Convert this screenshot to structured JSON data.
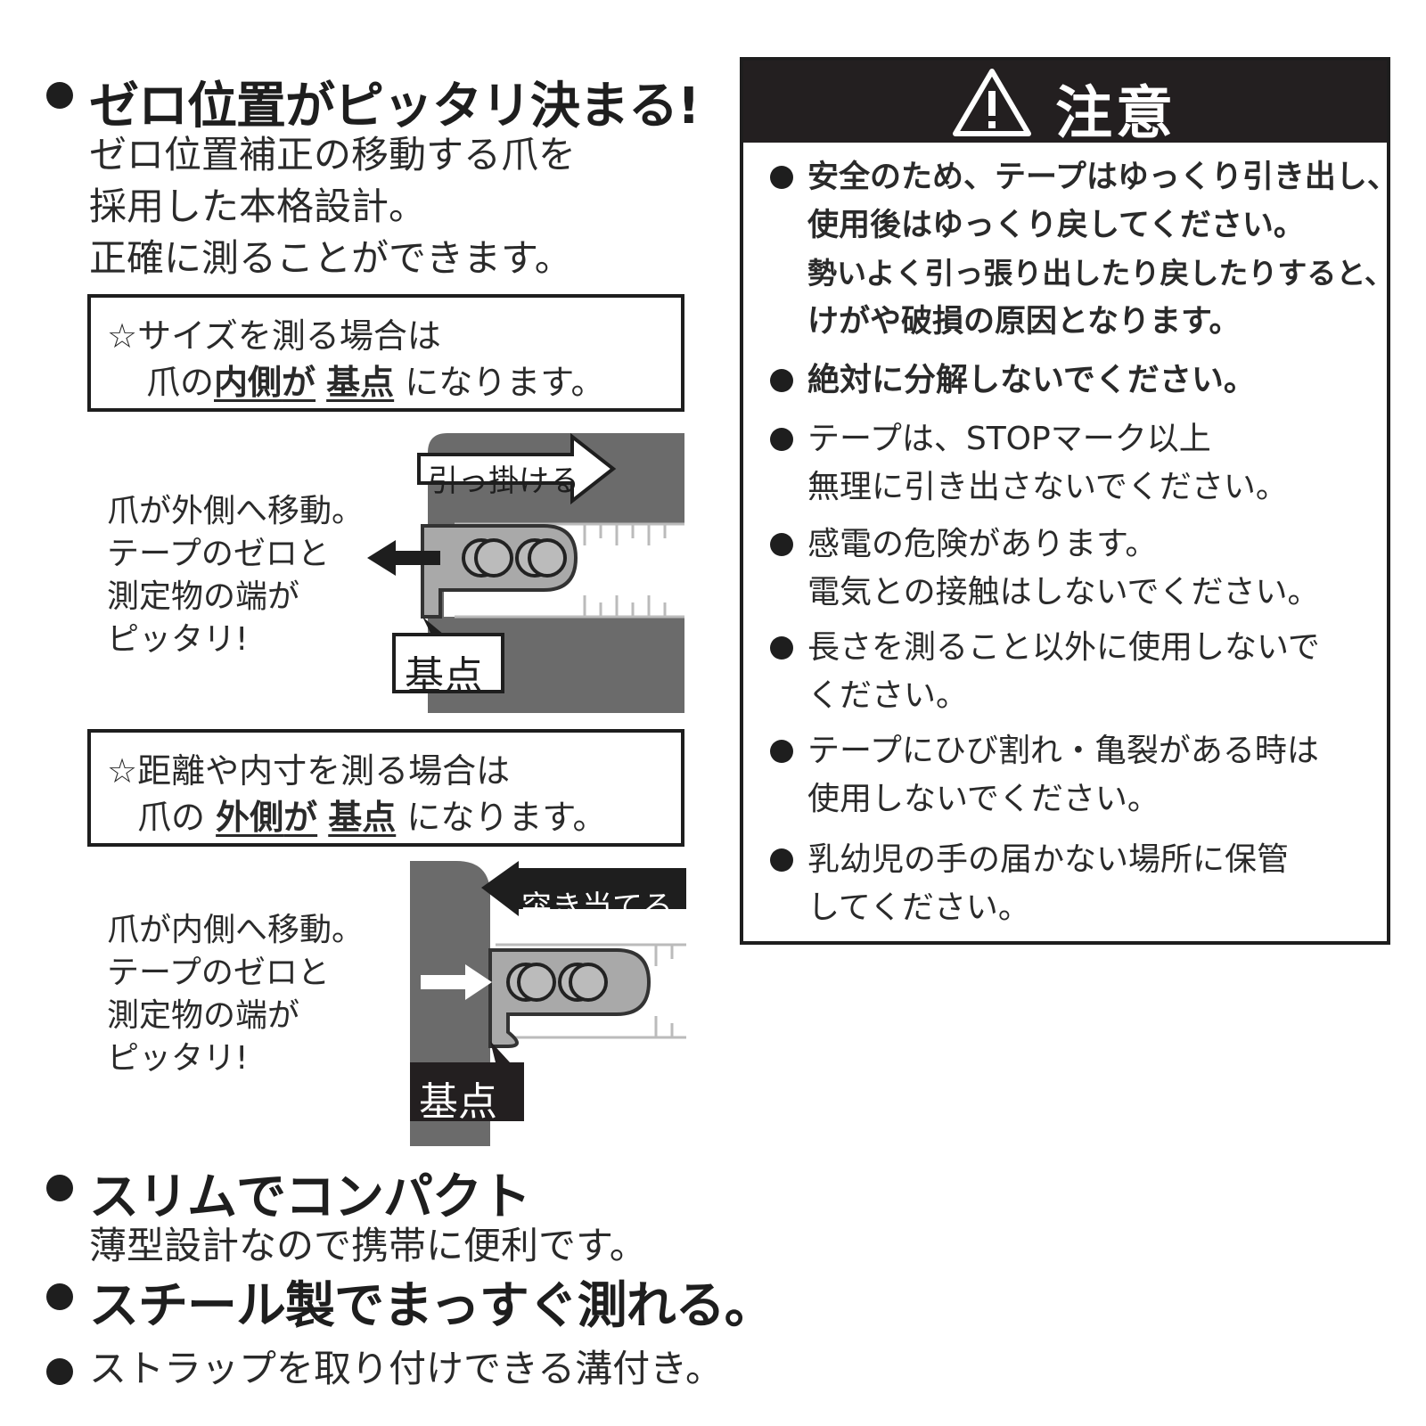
{
  "left": {
    "heading1": "ゼロ位置がピッタリ決まる!",
    "desc1": [
      "ゼロ位置補正の移動する爪を",
      "採用した本格設計。",
      "正確に測ることができます。"
    ],
    "box1": {
      "line1": "☆サイズを測る場合は",
      "pre": "爪の",
      "inner": "内側",
      "mid": "が",
      "base": "基点",
      "post": "になります。"
    },
    "diagram1": {
      "label_hook": "引っ掛ける",
      "label_base": "基点",
      "side": [
        "爪が外側へ移動。",
        "テープのゼロと",
        "測定物の端が",
        "ピッタリ!"
      ]
    },
    "box2": {
      "line1": "☆距離や内寸を測る場合は",
      "pre": "爪の",
      "outer": "外側",
      "mid": "が",
      "base": "基点",
      "post": "になります。"
    },
    "diagram2": {
      "label_push": "突き当てる",
      "label_base": "基点",
      "side": [
        "爪が内側へ移動。",
        "テープのゼロと",
        "測定物の端が",
        "ピッタリ!"
      ]
    },
    "heading2": "スリムでコンパクト",
    "desc2": "薄型設計なので携帯に便利です。",
    "heading3": "スチール製でまっすぐ測れる。",
    "line4": "ストラップを取り付けできる溝付き。"
  },
  "notice": {
    "title": "注意",
    "items": [
      {
        "lines": [
          "安全のため、テープはゆっくり引き出し、",
          "使用後はゆっくり戻してください。",
          "勢いよく引っ張り出したり戻したりすると、",
          "けがや破損の原因となります。"
        ]
      },
      {
        "lines": [
          "絶対に分解しないでください。"
        ]
      },
      {
        "lines": [
          "テープは、STOPマーク以上",
          "無理に引き出さないでください。"
        ]
      },
      {
        "lines": [
          "感電の危険があります。",
          "電気との接触はしないでください。"
        ]
      },
      {
        "lines": [
          "長さを測ること以外に使用しないで",
          "ください。"
        ]
      },
      {
        "lines": [
          "テープにひび割れ・亀裂がある時は",
          "使用しないでください。"
        ]
      },
      {
        "lines": [
          "乳幼児の手の届かない場所に保管",
          "してください。"
        ]
      }
    ]
  }
}
